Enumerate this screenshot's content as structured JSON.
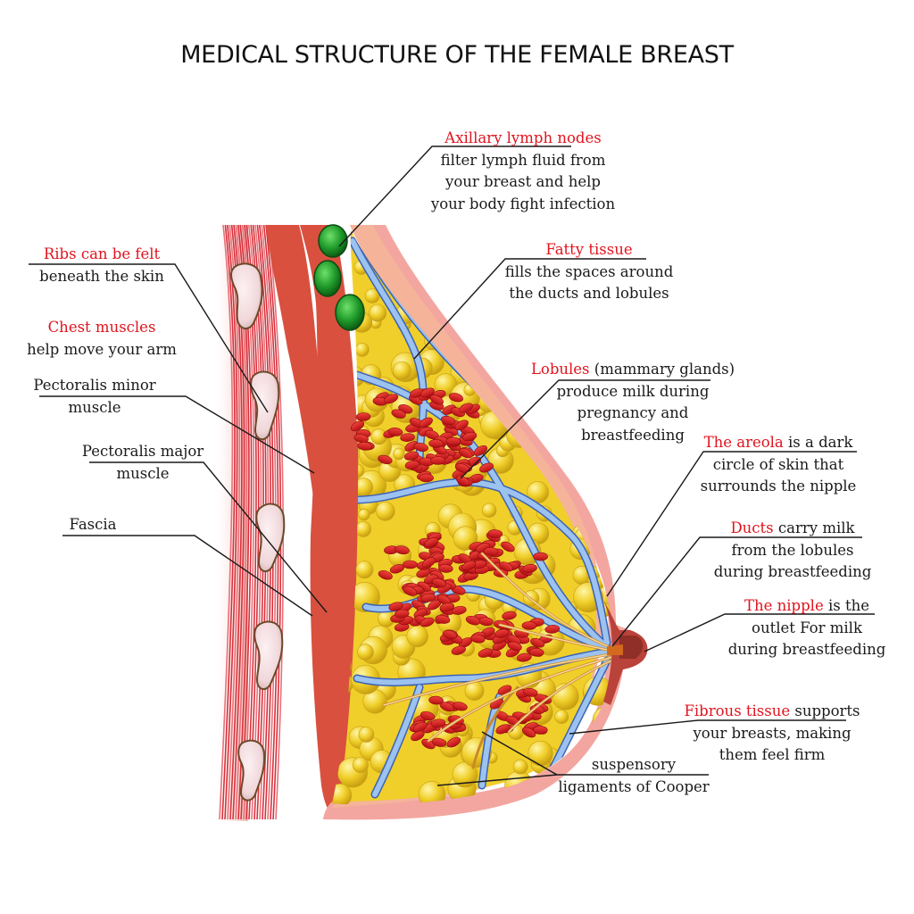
{
  "title": "MEDICAL STRUCTURE OF THE FEMALE BREAST",
  "colors": {
    "label_red": "#e0141e",
    "label_black": "#1a1a1a",
    "muscle": "#d9503f",
    "muscle_fiber": "#d8303a",
    "skin": "#f5b49a",
    "skin_outer": "#f3a6a0",
    "fat": "#f2d22e",
    "duct": "#8fb6ea",
    "lobule": "#e0201e",
    "lymph_node": "#1f9a2a",
    "areola": "#b9423a"
  },
  "labels": {
    "axillary": {
      "title": "Axillary lymph nodes",
      "lines": [
        "filter lymph fluid  from",
        "your breast and help",
        "your body fight infection"
      ]
    },
    "ribs": {
      "title": "Ribs can be felt",
      "lines": [
        "beneath the skin"
      ]
    },
    "chest_muscles": {
      "title": "Chest muscles",
      "lines": [
        "help move your arm"
      ]
    },
    "pec_minor": {
      "lines": [
        "Pectoralis minor",
        "muscle"
      ]
    },
    "pec_major": {
      "lines": [
        "Pectoralis major",
        "muscle"
      ]
    },
    "fascia": {
      "lines": [
        "Fascia"
      ]
    },
    "fatty": {
      "title": "Fatty tissue",
      "lines": [
        "fills the spaces around",
        "the ducts and lobules"
      ]
    },
    "lobules": {
      "title": "Lobules",
      "title_rest": " (mammary glands)",
      "lines": [
        "produce milk during",
        "pregnancy and",
        "breastfeeding"
      ]
    },
    "areola": {
      "title": "The areola",
      "title_rest": " is a dark",
      "lines": [
        "circle of skin that",
        "surrounds the nipple"
      ]
    },
    "ducts": {
      "title": "Ducts",
      "title_rest": " carry milk",
      "lines": [
        "from the lobules",
        "during breastfeeding"
      ]
    },
    "nipple": {
      "title": "The nipple",
      "title_rest": " is the",
      "lines": [
        "outlet For milk",
        "during breastfeeding"
      ]
    },
    "fibrous": {
      "title": "Fibrous tissue",
      "title_rest": " supports",
      "lines": [
        "your breasts, making",
        "them feel firm"
      ]
    },
    "cooper": {
      "lines": [
        "suspensory",
        "ligaments of Cooper"
      ]
    }
  }
}
